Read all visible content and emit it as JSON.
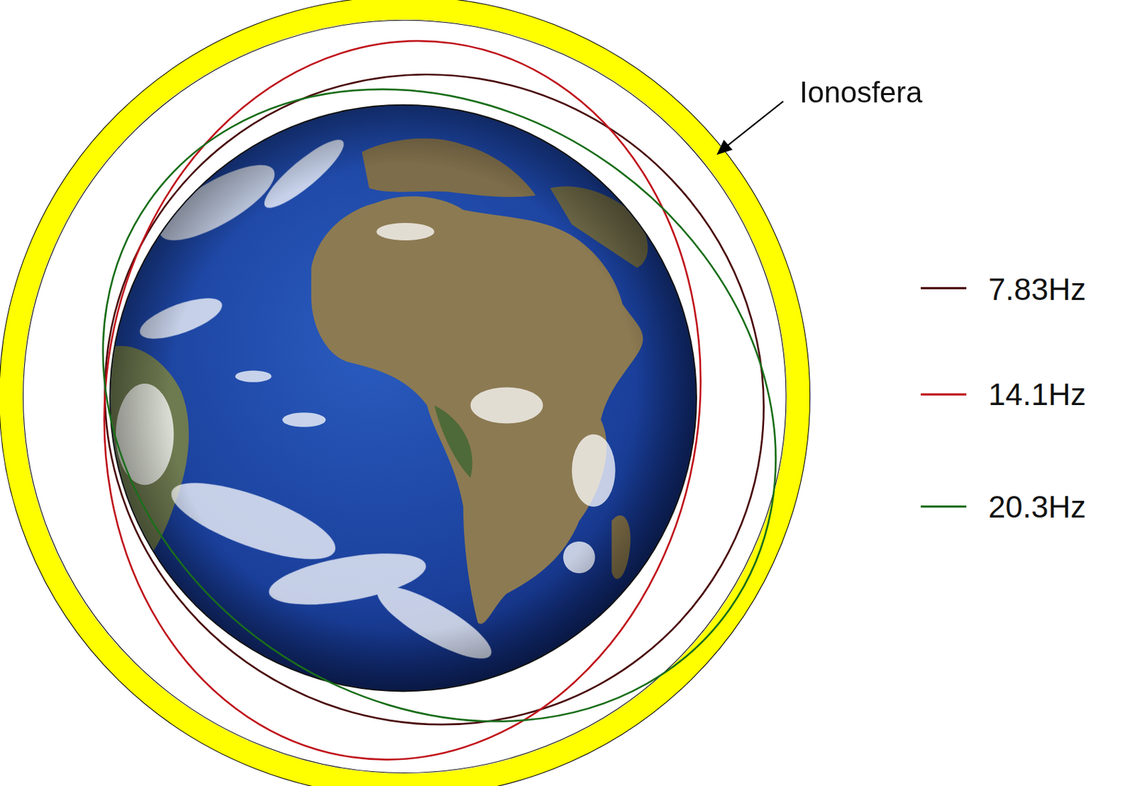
{
  "diagram": {
    "labels": [
      "Ionosfera"
    ],
    "legend": [
      {
        "text": "7.83Hz"
      },
      {
        "text": "14.1Hz"
      },
      {
        "text": "20.3Hz"
      }
    ]
  }
}
